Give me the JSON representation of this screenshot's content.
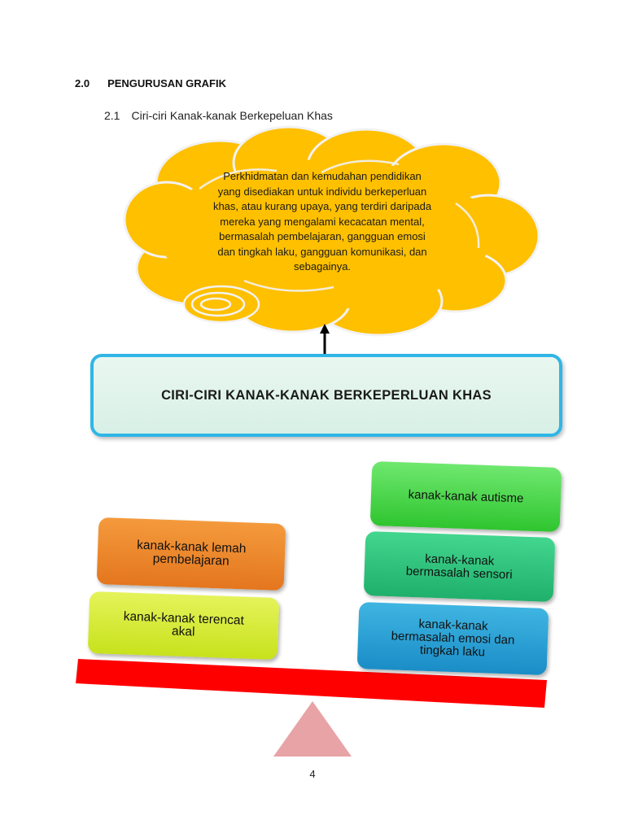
{
  "heading": {
    "number": "2.0",
    "title": "PENGURUSAN GRAFIK"
  },
  "subheading": {
    "number": "2.1",
    "title": "Ciri-ciri Kanak-kanak Berkepeluan Khas"
  },
  "cloud": {
    "lines": [
      "Perkhidmatan dan kemudahan pendidikan",
      "yang disediakan untuk individu berkeperluan",
      "khas, atau kurang upaya, yang terdiri daripada",
      "mereka yang mengalami kecacatan mental,",
      "bermasalah pembelajaran, gangguan emosi",
      "dan tingkah laku, gangguan komunikasi, dan",
      "sebagainya."
    ],
    "color": "#ffc000"
  },
  "main_box": {
    "title": "CIRI-CIRI KANAK-KANAK BERKEPERLUAN KHAS",
    "border_color": "#2fb6e6"
  },
  "left_stack": [
    {
      "lines": [
        "kanak-kanak lemah",
        "pembelajaran"
      ],
      "color": "#f08a2c"
    },
    {
      "lines": [
        "kanak-kanak terencat",
        "akal"
      ],
      "color": "#d6ea3a"
    }
  ],
  "right_stack": [
    {
      "lines": [
        "kanak-kanak autisme"
      ],
      "color": "#4cd94c"
    },
    {
      "lines": [
        "kanak-kanak",
        "bermasalah sensori"
      ],
      "color": "#2cc47c"
    },
    {
      "lines": [
        "kanak-kanak",
        "bermasalah emosi dan",
        "tingkah laku"
      ],
      "color": "#2aa1d6"
    }
  ],
  "seesaw": {
    "beam_color": "#ff0000",
    "fulcrum_color": "#e8a3a6"
  },
  "page_number": "4"
}
